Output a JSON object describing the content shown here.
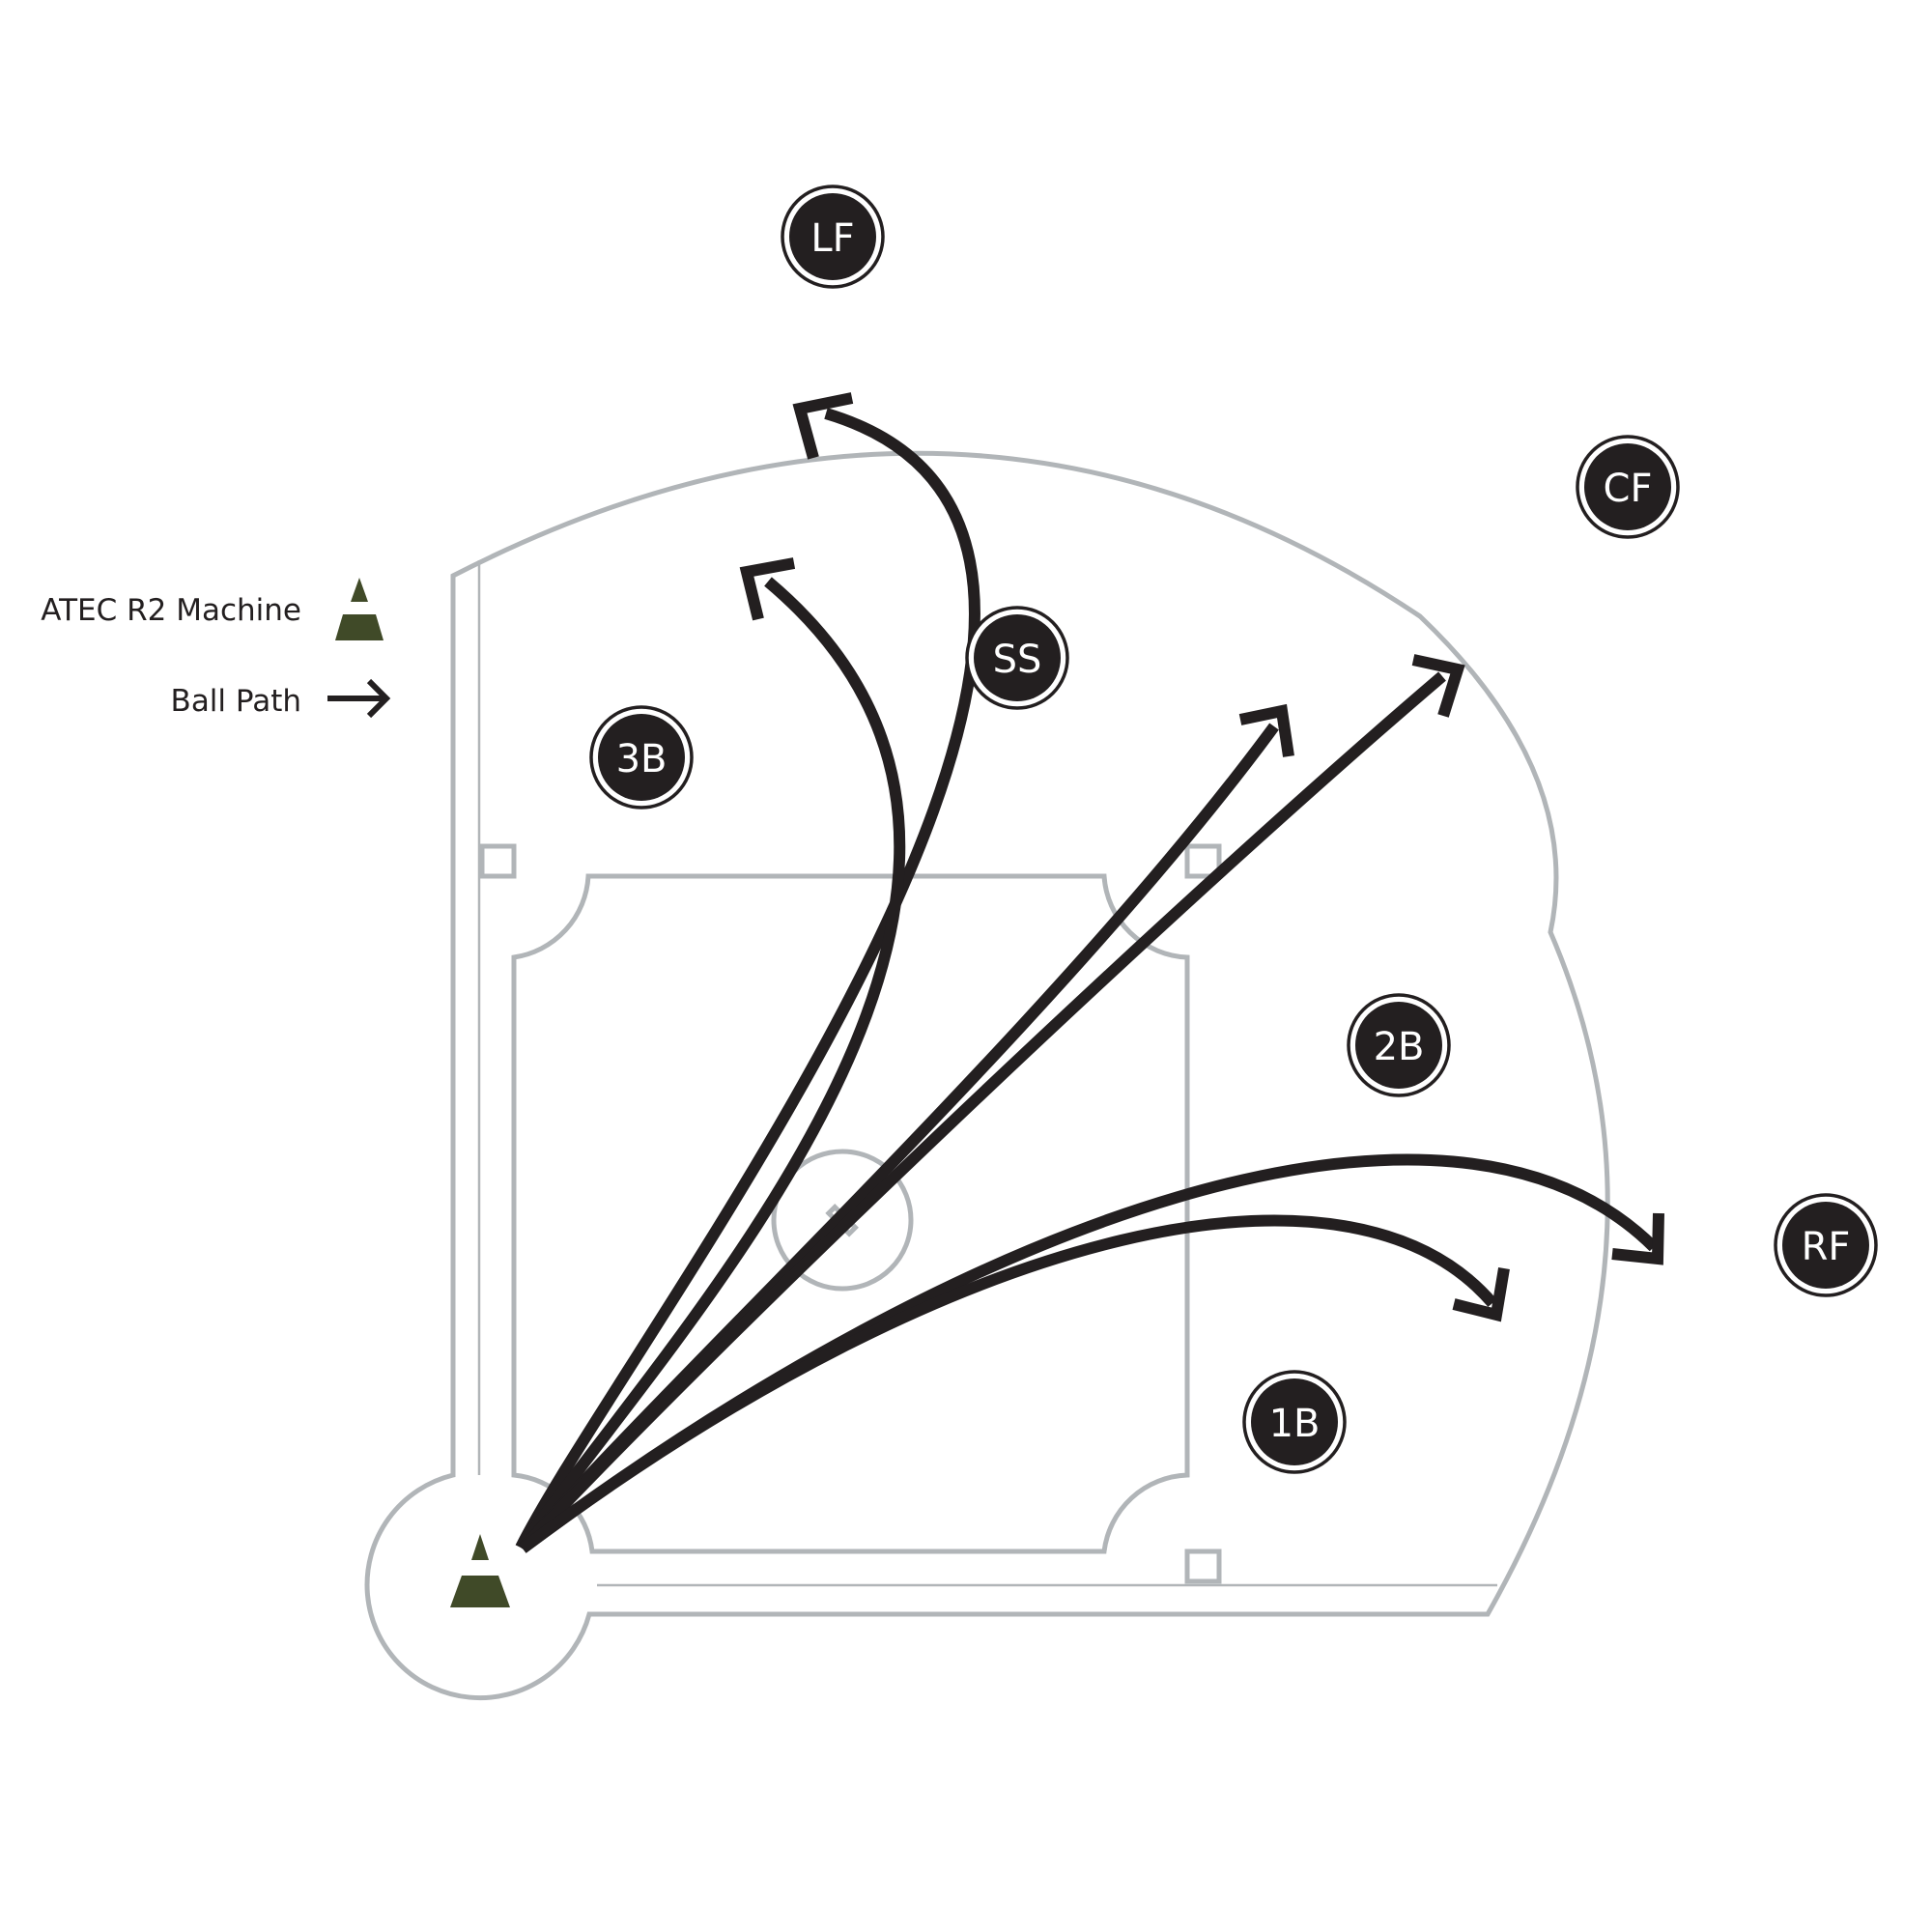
{
  "legend": {
    "machine_label": "ATEC R2 Machine",
    "ball_path_label": "Ball Path",
    "machine_color": "#404a28"
  },
  "positions": [
    {
      "id": "lf",
      "label": "LF"
    },
    {
      "id": "cf",
      "label": "CF"
    },
    {
      "id": "ss",
      "label": "SS"
    },
    {
      "id": "3b",
      "label": "3B"
    },
    {
      "id": "2b",
      "label": "2B"
    },
    {
      "id": "rf",
      "label": "RF"
    },
    {
      "id": "1b",
      "label": "1B"
    }
  ],
  "colors": {
    "field_lines": "#b1b5b8",
    "ball_path": "#231f20",
    "position_fill": "#231f20",
    "position_text": "#ffffff"
  }
}
